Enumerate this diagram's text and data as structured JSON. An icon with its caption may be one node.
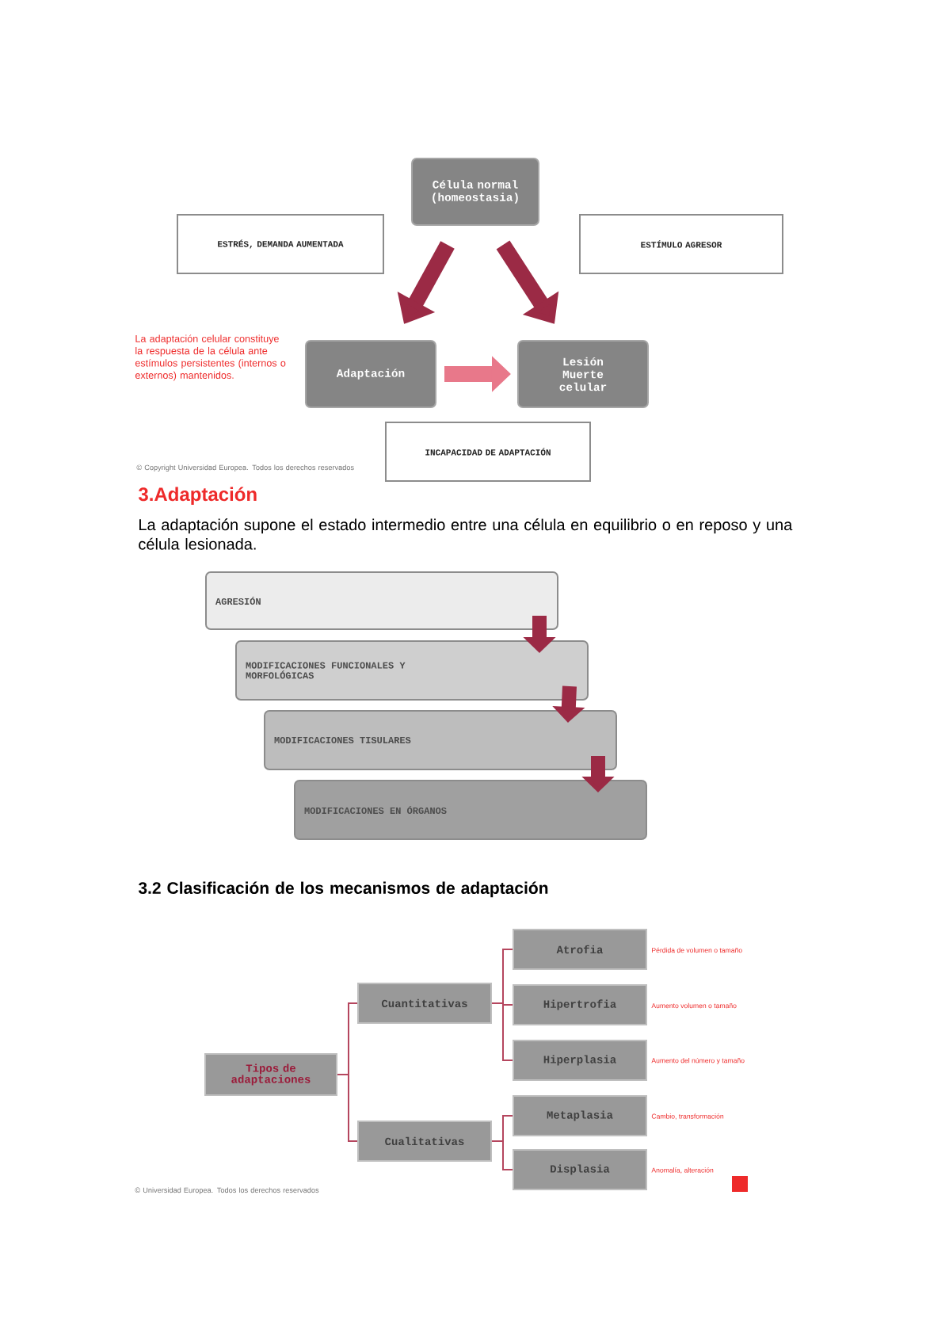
{
  "diagram": {
    "nodes": [
      {
        "text": [
          "Célula normal (homeostasia)"
        ]
      },
      {
        "text": [
          "ESTRÉS, DEMANDA AUMENTADA"
        ]
      },
      {
        "text": [
          "ESTÍMULO AGRESOR"
        ]
      },
      {
        "text": [
          "Adaptación"
        ]
      },
      {
        "text": [
          "Lesión Muerte celular"
        ]
      },
      {
        "text": [
          "INCAPACIDAD DE ADAPTACIÓN"
        ]
      },
      {
        "text": [
          "AGRESIÓN"
        ]
      },
      {
        "text": [
          "MODIFICACIONES FUNCIONALES Y MORFOLÓGICAS"
        ]
      },
      {
        "text": [
          "MODIFICACIONES TISULARES"
        ]
      },
      {
        "text": [
          "MODIFICACIONES EN ÓRGANOS"
        ]
      },
      {
        "text": [
          "Tipos de adaptaciones"
        ]
      },
      {
        "text": [
          "Cuantitativas"
        ]
      },
      {
        "text": [
          "Cualitativas"
        ]
      },
      {
        "text": [
          "Atrofia"
        ],
        "beside": [
          "Pérdida de volumen o tamaño"
        ]
      },
      {
        "text": [
          "Hipertrofia"
        ],
        "beside": [
          "Aumento volumen o tamaño"
        ]
      },
      {
        "text": [
          "Hiperplasia"
        ],
        "beside": [
          "Aumento del número y tamaño"
        ]
      },
      {
        "text": [
          "Metaplasia"
        ],
        "beside": [
          "Cambio, transformación"
        ]
      },
      {
        "text": [
          "Displasia"
        ],
        "beside": [
          "Anomalía, alteración"
        ]
      }
    ],
    "edges": [
      {
        "from": 0,
        "to": 3,
        "arrow": "to",
        "style": "thick",
        "color": "#9b2a45"
      },
      {
        "from": 0,
        "to": 4,
        "arrow": "to",
        "style": "thick",
        "color": "#9b2a45"
      },
      {
        "from": 3,
        "to": 4,
        "arrow": "to",
        "style": "thick",
        "color": "#e8788a"
      },
      {
        "from": 6,
        "to": 7,
        "arrow": "to",
        "style": "thick",
        "color": "#9b2a45"
      },
      {
        "from": 7,
        "to": 8,
        "arrow": "to",
        "style": "thick",
        "color": "#9b2a45"
      },
      {
        "from": 8,
        "to": 9,
        "arrow": "to",
        "style": "thick",
        "color": "#9b2a45"
      },
      {
        "from": 10,
        "to": 11,
        "arrow": "none"
      },
      {
        "from": 10,
        "to": 12,
        "arrow": "none"
      },
      {
        "from": 11,
        "to": 13,
        "arrow": "none"
      },
      {
        "from": 11,
        "to": 14,
        "arrow": "none"
      },
      {
        "from": 11,
        "to": 15,
        "arrow": "none"
      },
      {
        "from": 12,
        "to": 16,
        "arrow": "none"
      },
      {
        "from": 12,
        "to": 17,
        "arrow": "none"
      }
    ],
    "labels": [
      "La adaptación celular constituye la respuesta de la célula ante estímulos persistentes (internos o externos) mantenidos.",
      "© Copyright Universidad Europea. Todos los derechos reservados",
      "3.Adaptación",
      "La adaptación supone el estado intermedio entre una célula en equilibrio o en reposo y una célula lesionada.",
      "3.2 Clasificación de los mecanismos de adaptación",
      "© Universidad Europea. Todos los derechos reservados"
    ]
  }
}
